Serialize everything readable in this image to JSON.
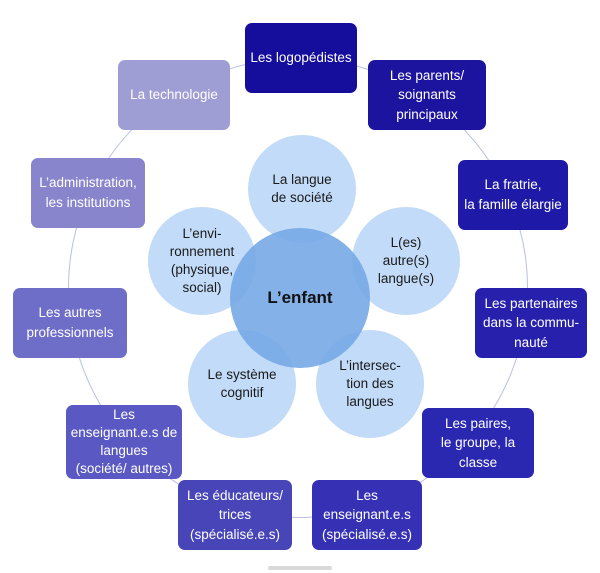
{
  "diagram": {
    "center": "L’enfant",
    "inner_circles": [
      {
        "id": "langue-societe",
        "lines": [
          "La langue",
          "de société"
        ]
      },
      {
        "id": "autres-langues",
        "lines": [
          "L(es)",
          "autre(s)",
          "langue(s)"
        ]
      },
      {
        "id": "intersection",
        "lines": [
          "L’intersec-",
          "tion des",
          "langues"
        ]
      },
      {
        "id": "systeme-cognitif",
        "lines": [
          "Le système",
          "cognitif"
        ]
      },
      {
        "id": "environnement",
        "lines": [
          "L’envi-",
          "ronnement",
          "(physique,",
          "social)"
        ]
      }
    ],
    "outer_boxes": [
      {
        "id": "logopedistes",
        "lines": [
          "Les logopédistes"
        ],
        "color": "#150e9c"
      },
      {
        "id": "parents",
        "lines": [
          "Les parents/",
          "soignants",
          "principaux"
        ],
        "color": "#1c149e"
      },
      {
        "id": "fratrie",
        "lines": [
          "La fratrie,",
          "la famille élargie"
        ],
        "color": "#1f19a8"
      },
      {
        "id": "partenaires",
        "lines": [
          "Les partenaires",
          "dans la commu-",
          "nauté"
        ],
        "color": "#2620ad"
      },
      {
        "id": "paires",
        "lines": [
          "Les paires,",
          "le groupe, la",
          "classe"
        ],
        "color": "#2a27b0"
      },
      {
        "id": "enseignants-specialises",
        "lines": [
          "Les",
          "enseignant.e.s",
          "(spécialisé.e.s)"
        ],
        "color": "#3530b4"
      },
      {
        "id": "educateurs",
        "lines": [
          "Les éducateurs/",
          "trices",
          "(spécialisé.e.s)"
        ],
        "color": "#4745b8"
      },
      {
        "id": "enseignants-langues",
        "lines": [
          "Les",
          "enseignant.e.s de",
          "langues",
          "(société/ autres)"
        ],
        "color": "#5a58c2"
      },
      {
        "id": "autres-professionnels",
        "lines": [
          "Les autres",
          "professionnels"
        ],
        "color": "#6e6dc8"
      },
      {
        "id": "administration",
        "lines": [
          "L’administration,",
          "les institutions"
        ],
        "color": "#8885cc"
      },
      {
        "id": "technologie",
        "lines": [
          "La technologie"
        ],
        "color": "#9f9ed4"
      }
    ]
  }
}
